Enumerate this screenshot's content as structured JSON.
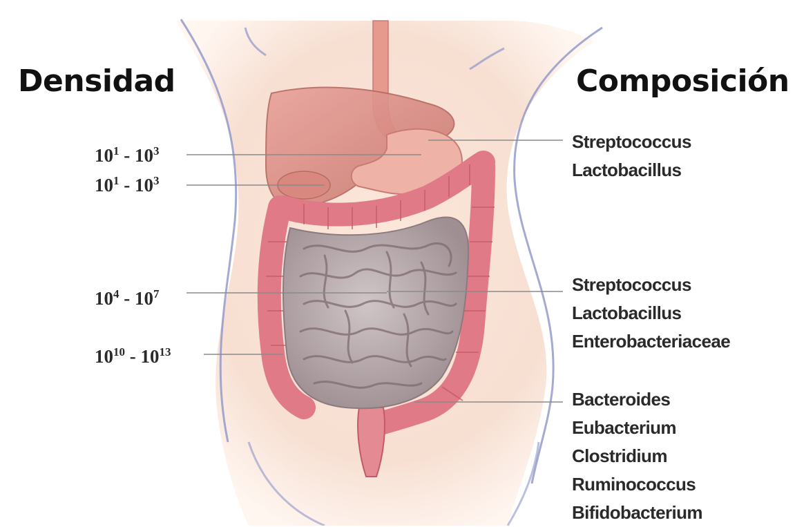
{
  "headings": {
    "left": "Densidad",
    "right": "Composición"
  },
  "density": [
    {
      "base1": "10",
      "exp1": "1",
      "sep": " - ",
      "base2": "10",
      "exp2": "3"
    },
    {
      "base1": "10",
      "exp1": "1",
      "sep": " - ",
      "base2": "10",
      "exp2": "3"
    },
    {
      "base1": "10",
      "exp1": "4",
      "sep": " - ",
      "base2": "10",
      "exp2": "7"
    },
    {
      "base1": "10",
      "exp1": "10",
      "sep": " - ",
      "base2": "10",
      "exp2": "13"
    }
  ],
  "composition": [
    [
      "Streptococcus",
      "Lactobacillus"
    ],
    [
      "Streptococcus",
      "Lactobacillus",
      "Enterobacteriaceae"
    ],
    [
      "Bacteroides",
      "Eubacterium",
      "Clostridium",
      "Ruminococcus",
      "Bifidobacterium"
    ]
  ],
  "colors": {
    "skin": "#f6dccd",
    "body_outline": "#8f95c8",
    "liver": "#d98c86",
    "stomach": "#e39a8f",
    "colon": "#e07a86",
    "small_intestine": "#b9aeb0",
    "leader_line": "#8a8a8a"
  }
}
